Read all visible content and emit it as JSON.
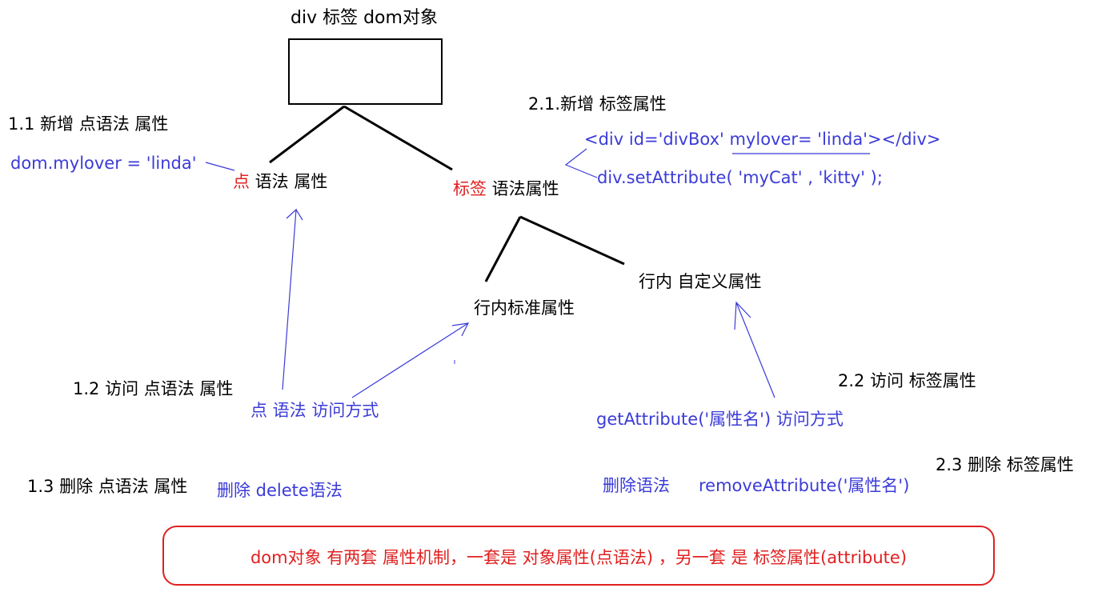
{
  "root": {
    "title": "div 标签 dom对象"
  },
  "dot_branch": {
    "node_prefix": "点",
    "node_suffix": " 语法 属性",
    "add_heading": "1.1 新增 点语法 属性",
    "add_code": "dom.mylover = 'linda'",
    "access_heading": "1.2 访问 点语法 属性",
    "access_method": "点 语法 访问方式",
    "delete_heading": "1.3 删除 点语法 属性",
    "delete_method": "删除 delete语法"
  },
  "tag_branch": {
    "node_prefix": "标签",
    "node_suffix": " 语法属性",
    "add_heading": "2.1.新增 标签属性",
    "add_code_1": "<div id='divBox' mylover= 'linda'></div>",
    "add_code_2": "div.setAttribute( 'myCat' , 'kitty' );",
    "inline_standard": "行内标准属性",
    "inline_custom": "行内 自定义属性",
    "access_heading": "2.2 访问 标签属性",
    "access_method": "getAttribute('属性名') 访问方式",
    "delete_heading": "2.3 删除 标签属性",
    "delete_label": "删除语法",
    "delete_method": "removeAttribute('属性名')"
  },
  "summary": "dom对象 有两套 属性机制，一套是 对象属性(点语法) ，另一套 是 标签属性(attribute)",
  "colors": {
    "text": "#000000",
    "blue": "#3b3bd8",
    "red": "#e02020"
  }
}
